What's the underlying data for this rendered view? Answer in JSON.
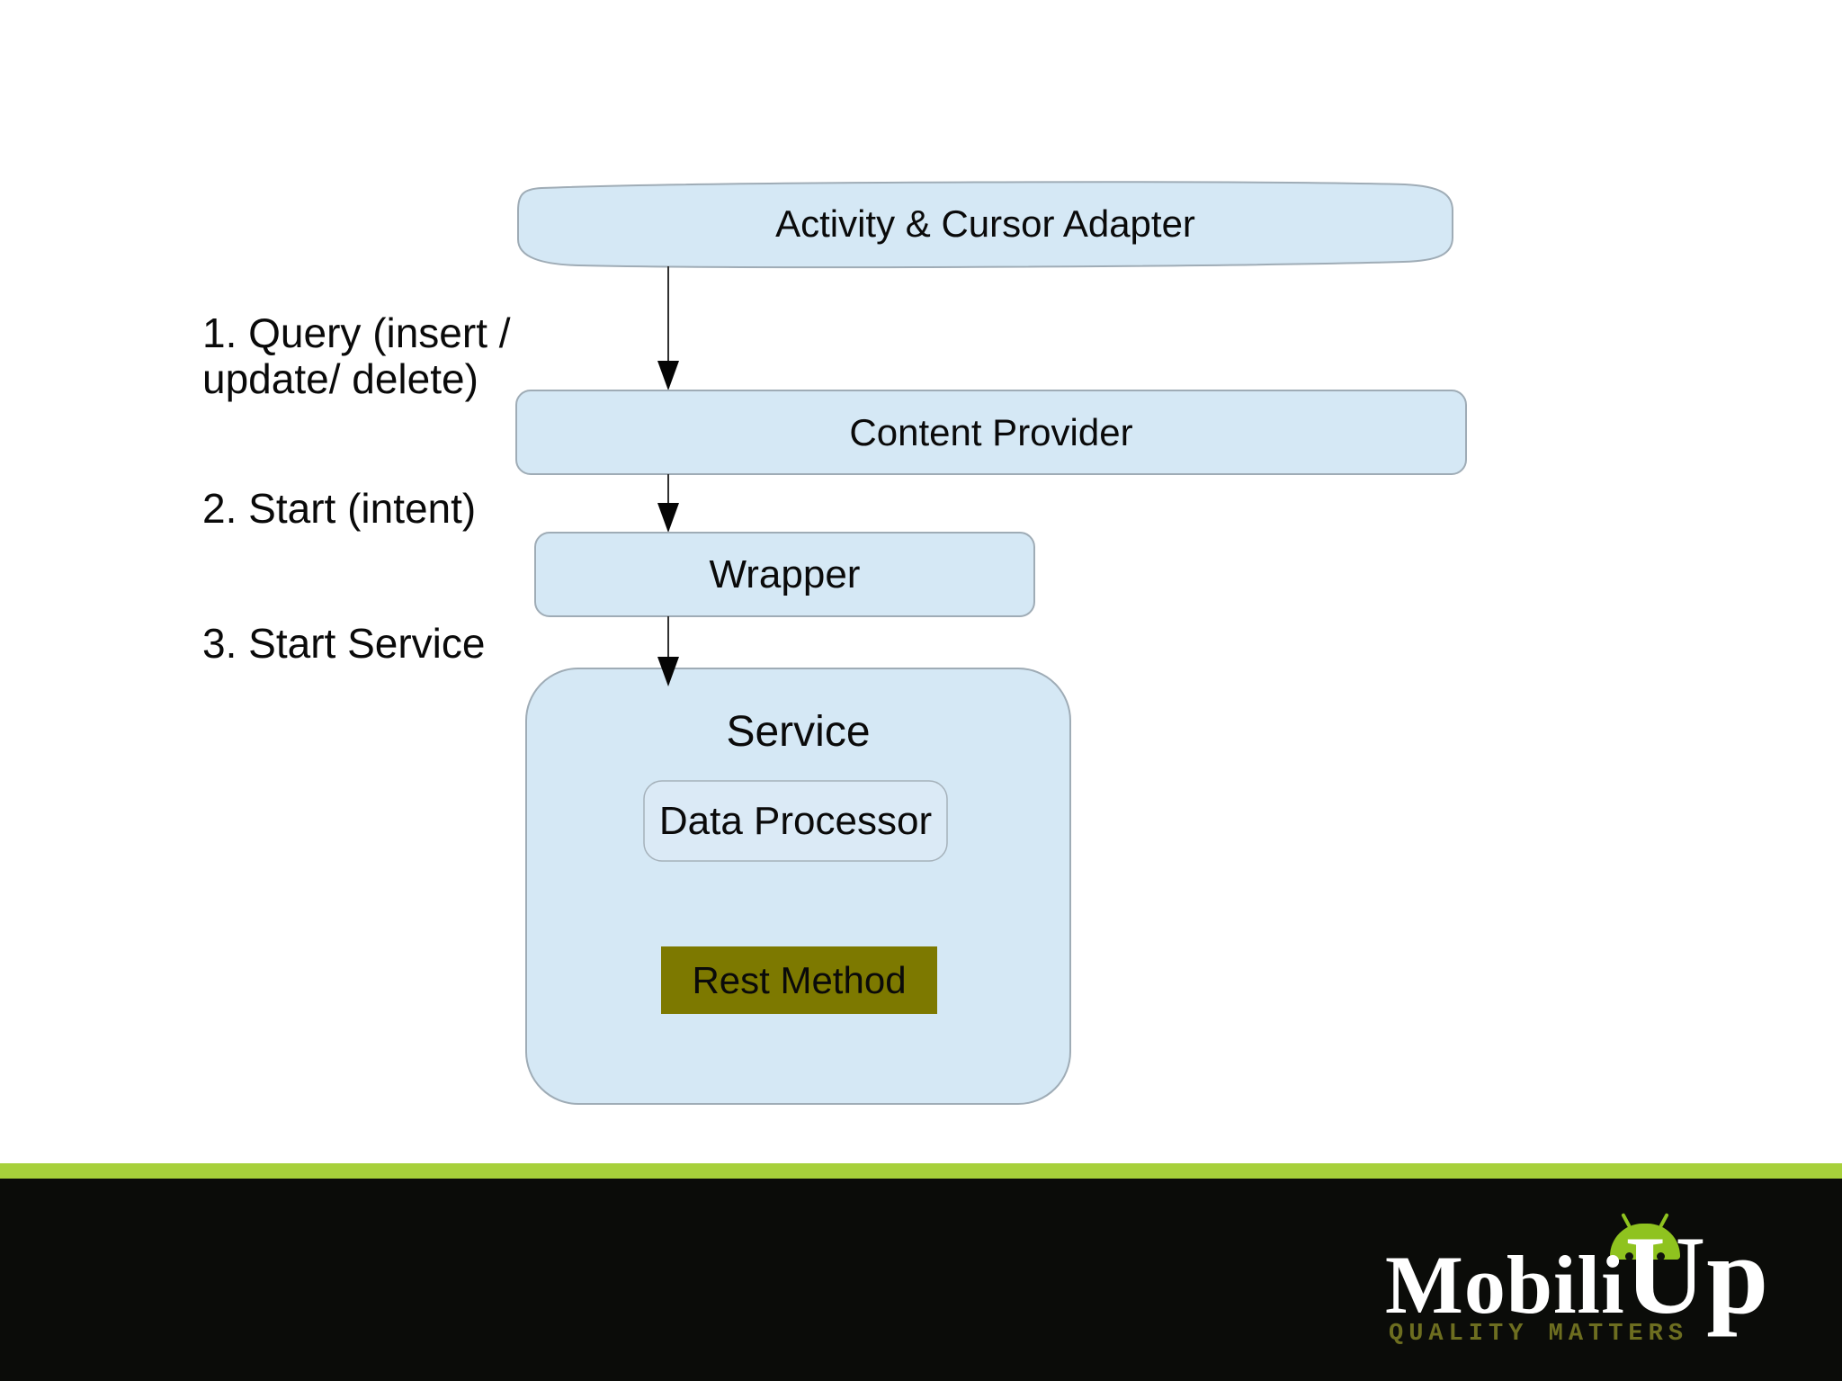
{
  "diagram": {
    "nodes": {
      "activity": {
        "label": "Activity & Cursor Adapter"
      },
      "content_provider": {
        "label": "Content Provider"
      },
      "wrapper": {
        "label": "Wrapper"
      },
      "service": {
        "label": "Service"
      },
      "data_processor": {
        "label": "Data Processor"
      },
      "rest_method": {
        "label": "Rest Method"
      }
    },
    "annotations": {
      "step1": {
        "lines": [
          "1. Query (insert /",
          "update/ delete)"
        ]
      },
      "step2": {
        "label": "2. Start (intent)"
      },
      "step3": {
        "label": "3. Start Service"
      }
    },
    "colors": {
      "node_fill": "#d5e8f5",
      "node_border": "#9facb6",
      "inner_node_fill": "#dbeaf6",
      "rest_method_fill": "#7d7900",
      "arrow_line": "#303030",
      "arrow_head": "#050505",
      "text": "#0a0a0a"
    }
  },
  "footer": {
    "accent_bar_color": "#a7d03b",
    "background_color": "#0b0c09",
    "brand": {
      "part1": "Mobili",
      "part2": "Up",
      "full": "MobiliUp"
    },
    "tagline": "QUALITY MATTERS",
    "robot_color": "#8fc31f",
    "tagline_color": "#6d6e20",
    "brand_text_color": "#ffffff"
  }
}
